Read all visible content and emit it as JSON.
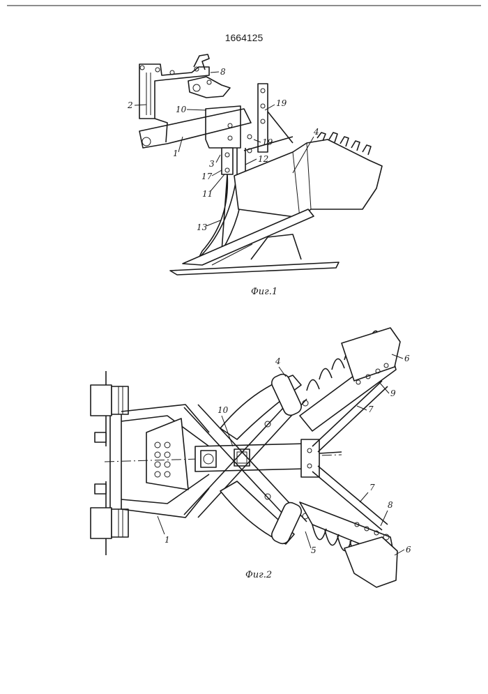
{
  "document": {
    "patent_number": "1664125",
    "figures": [
      {
        "caption": "Фиг.1",
        "callouts": [
          "8",
          "2",
          "10",
          "1",
          "19",
          "19",
          "4",
          "3",
          "17",
          "11",
          "12",
          "13"
        ]
      },
      {
        "caption": "Фиг.2",
        "callouts": [
          "4",
          "6",
          "9",
          "10",
          "7",
          "7",
          "8",
          "1",
          "5",
          "6"
        ]
      }
    ]
  }
}
